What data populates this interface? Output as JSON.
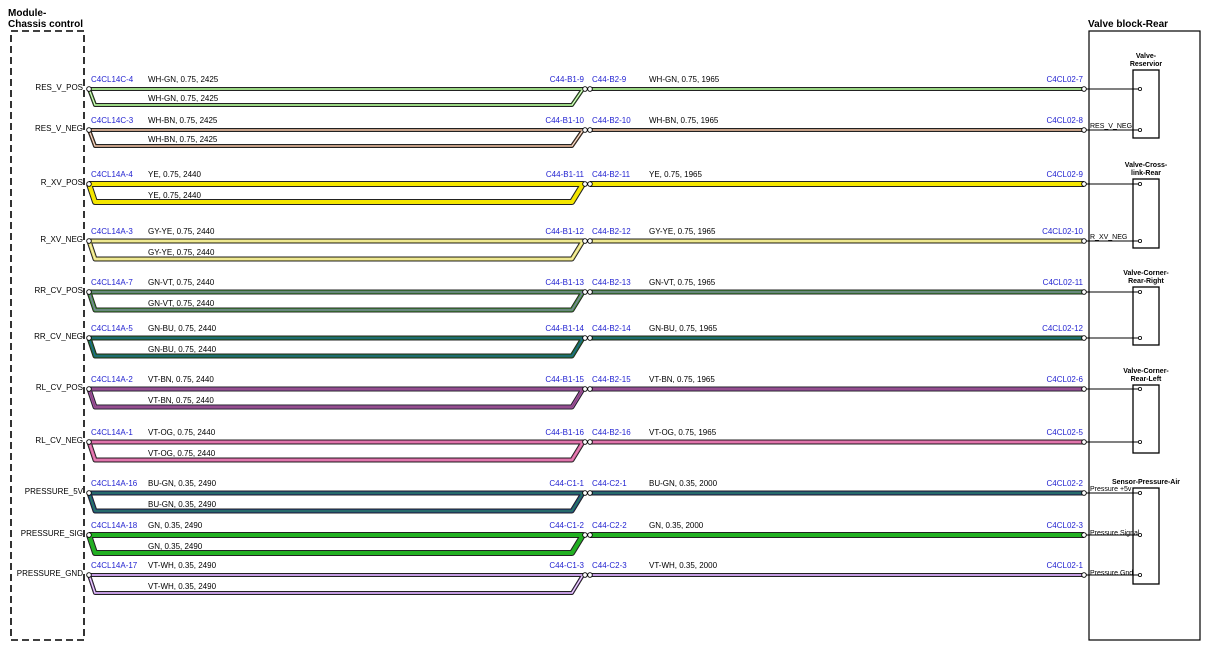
{
  "module_title_line1": "Module-",
  "module_title_line2": "Chassis control",
  "valve_block_title": "Valve block-Rear",
  "components": [
    {
      "lines": [
        "Valve-",
        "Reservior"
      ],
      "pin_label": "RES_V_NEG"
    },
    {
      "lines": [
        "Valve-Cross-",
        "link-Rear"
      ],
      "pin_label": "R_XV_NEG"
    },
    {
      "lines": [
        "Valve-Corner-",
        "Rear-Right"
      ],
      "pin_label": ""
    },
    {
      "lines": [
        "Valve-Corner-",
        "Rear-Left"
      ],
      "pin_label": ""
    },
    {
      "lines": [
        "Sensor-Pressure-Air"
      ],
      "pin_label": ""
    }
  ],
  "sensor_pins": [
    "Pressure +5v",
    "Pressure Signal",
    "Pressure Gnd"
  ],
  "circuits": [
    {
      "pin": "RES_V_POS",
      "left_conn": "C4CL14C-4",
      "inline_a": "C44-B1-9",
      "inline_b": "C44-B2-9",
      "right_conn": "C4CL02-7",
      "left_wire": "WH-GN,  0.75,  2425",
      "right_wire": "WH-GN,  0.75,  1965",
      "color": "#5fbf3a",
      "stripe": "#ffffff"
    },
    {
      "pin": "RES_V_NEG",
      "left_conn": "C4CL14C-3",
      "inline_a": "C44-B1-10",
      "inline_b": "C44-B2-10",
      "right_conn": "C4CL02-8",
      "left_wire": "WH-BN,  0.75,  2425",
      "right_wire": "WH-BN,  0.75,  1965",
      "color": "#a0643c",
      "stripe": "#ffffff"
    },
    {
      "pin": "R_XV_POS",
      "left_conn": "C4CL14A-4",
      "inline_a": "C44-B1-11",
      "inline_b": "C44-B2-11",
      "right_conn": "C4CL02-9",
      "left_wire": "YE,  0.75,  2440",
      "right_wire": "YE,  0.75,  1965",
      "color": "#f4e600",
      "stripe": "#f4e600"
    },
    {
      "pin": "R_XV_NEG",
      "left_conn": "C4CL14A-3",
      "inline_a": "C44-B1-12",
      "inline_b": "C44-B2-12",
      "right_conn": "C4CL02-10",
      "left_wire": "GY-YE,  0.75,  2440",
      "right_wire": "GY-YE,  0.75,  1965",
      "color": "#e4dc70",
      "stripe": "#f8f3b0"
    },
    {
      "pin": "RR_CV_POS",
      "left_conn": "C4CL14A-7",
      "inline_a": "C44-B1-13",
      "inline_b": "C44-B2-13",
      "right_conn": "C4CL02-11",
      "left_wire": "GN-VT,  0.75,  2440",
      "right_wire": "GN-VT,  0.75,  1965",
      "color": "#46a23c",
      "stripe": "#8a6fbf"
    },
    {
      "pin": "RR_CV_NEG",
      "left_conn": "C4CL14A-5",
      "inline_a": "C44-B1-14",
      "inline_b": "C44-B2-14",
      "right_conn": "C4CL02-12",
      "left_wire": "GN-BU,  0.75,  2440",
      "right_wire": "GN-BU,  0.75,  1965",
      "color": "#1f7a38",
      "stripe": "#1e5faa"
    },
    {
      "pin": "RL_CV_POS",
      "left_conn": "C4CL14A-2",
      "inline_a": "C44-B1-15",
      "inline_b": "C44-B2-15",
      "right_conn": "C4CL02-6",
      "left_wire": "VT-BN,  0.75,  2440",
      "right_wire": "VT-BN,  0.75,  1965",
      "color": "#a050b0",
      "stripe": "#8a4c6c"
    },
    {
      "pin": "RL_CV_NEG",
      "left_conn": "C4CL14A-1",
      "inline_a": "C44-B1-16",
      "inline_b": "C44-B2-16",
      "right_conn": "C4CL02-5",
      "left_wire": "VT-OG,  0.75,  2440",
      "right_wire": "VT-OG,  0.75,  1965",
      "color": "#d860a0",
      "stripe": "#e88ab8"
    },
    {
      "pin": "PRESSURE_5V",
      "left_conn": "C4CL14A-16",
      "inline_a": "C44-C1-1",
      "inline_b": "C44-C2-1",
      "right_conn": "C4CL02-2",
      "left_wire": "BU-GN,  0.35,  2490",
      "right_wire": "BU-GN,  0.35,  2000",
      "color": "#1e4c8c",
      "stripe": "#2f8a4a"
    },
    {
      "pin": "PRESSURE_SIG",
      "left_conn": "C4CL14A-18",
      "inline_a": "C44-C1-2",
      "inline_b": "C44-C2-2",
      "right_conn": "C4CL02-3",
      "left_wire": "GN,  0.35,  2490",
      "right_wire": "GN,  0.35,  2000",
      "color": "#22b022",
      "stripe": "#22b022"
    },
    {
      "pin": "PRESSURE_GND",
      "left_conn": "C4CL14A-17",
      "inline_a": "C44-C1-3",
      "inline_b": "C44-C2-3",
      "right_conn": "C4CL02-1",
      "left_wire": "VT-WH,  0.35,  2490",
      "right_wire": "VT-WH,  0.35,  2000",
      "color": "#a060d0",
      "stripe": "#ffffff"
    }
  ]
}
